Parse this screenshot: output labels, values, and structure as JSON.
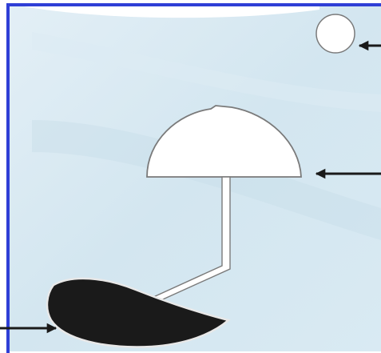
{
  "diagram": {
    "kind": "labeled-figure",
    "labels": [],
    "parts": [
      {
        "id": "circle-shape",
        "fill": "white"
      },
      {
        "id": "umbrella-shape",
        "fill": "white"
      },
      {
        "id": "half-disc-shadow",
        "fill": "black"
      }
    ],
    "arrows": [
      {
        "points_to": "circle-shape",
        "direction": "from-right"
      },
      {
        "points_to": "umbrella-shape",
        "direction": "from-right"
      },
      {
        "points_to": "half-disc-shadow",
        "direction": "from-left"
      }
    ]
  },
  "colors": {
    "frame": "#2f3fd6",
    "background": "#d4e7f1",
    "background_light": "#e6f1f7",
    "shape_fill": "#ffffff",
    "shape_stroke": "#7a7a7a",
    "shadow_fill": "#1a1a1a",
    "arrow": "#1a1a1a"
  }
}
